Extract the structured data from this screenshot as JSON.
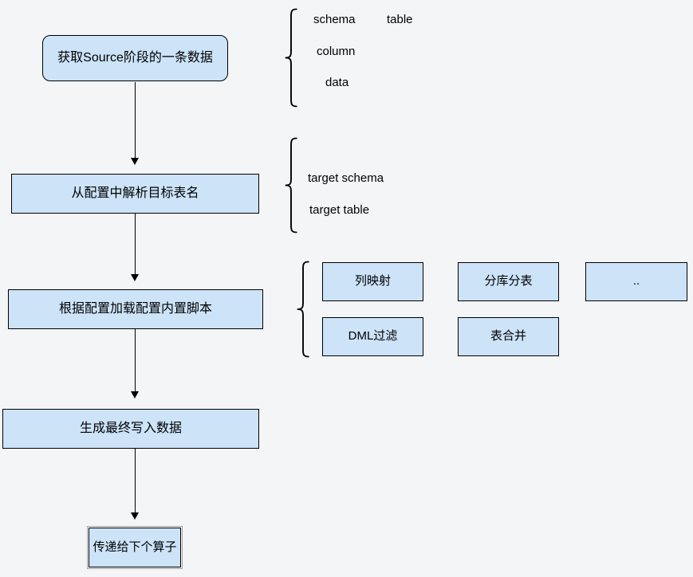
{
  "diagram": {
    "colors": {
      "background": "#f4f5f7",
      "node_fill": "#cce3f8",
      "node_border": "#000000",
      "text": "#000000"
    },
    "nodes": [
      {
        "label": "获取Source阶段的一条数据",
        "shape": "rounded"
      },
      {
        "label": "从配置中解析目标表名",
        "shape": "rect"
      },
      {
        "label": "根据配置加载配置内置脚本",
        "shape": "rect"
      },
      {
        "label": "生成最终写入数据",
        "shape": "rect"
      },
      {
        "label": "传递给下个算子",
        "shape": "rect"
      }
    ],
    "brace_groups": [
      {
        "name": "source-record-fields",
        "labels": [
          "schema",
          "table",
          "column",
          "data"
        ]
      },
      {
        "name": "target-name-fields",
        "labels": [
          "target schema",
          "target table"
        ]
      },
      {
        "name": "builtin-scripts",
        "boxes": [
          "列映射",
          "分库分表",
          "..",
          "DML过滤",
          "表合并"
        ]
      }
    ]
  }
}
